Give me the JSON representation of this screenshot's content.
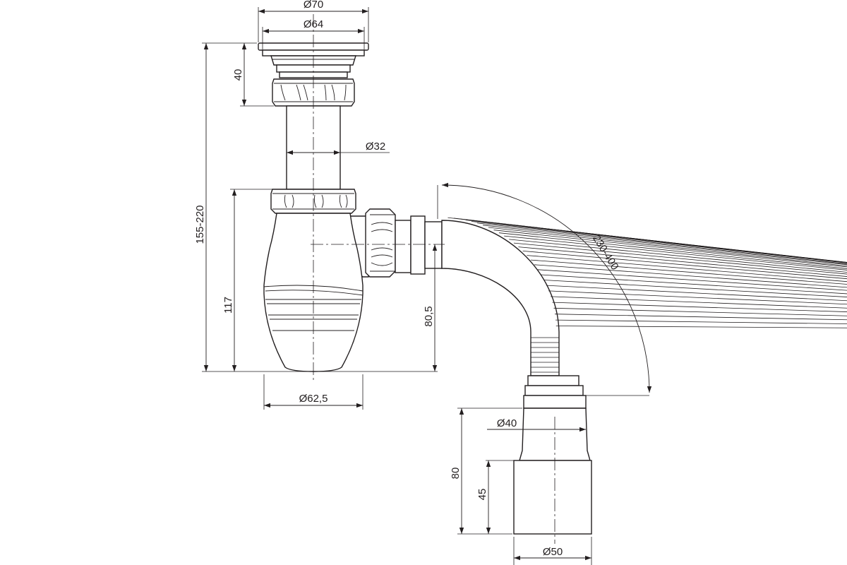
{
  "dimensions": {
    "flange_outer": "Ø70",
    "flange_inner": "Ø64",
    "grate_height": "40",
    "inlet_pipe": "Ø32",
    "total_height": "155-220",
    "bowl_height": "117",
    "outlet_height": "80,5",
    "bowl_diameter": "Ø62,5",
    "hose_length": "230-400",
    "inner_diameter_40": "Ø40",
    "outer_diameter_50": "Ø50",
    "sleeve_length": "80",
    "socket_length": "45"
  },
  "colors": {
    "line": "#231f20",
    "background": "#ffffff"
  }
}
